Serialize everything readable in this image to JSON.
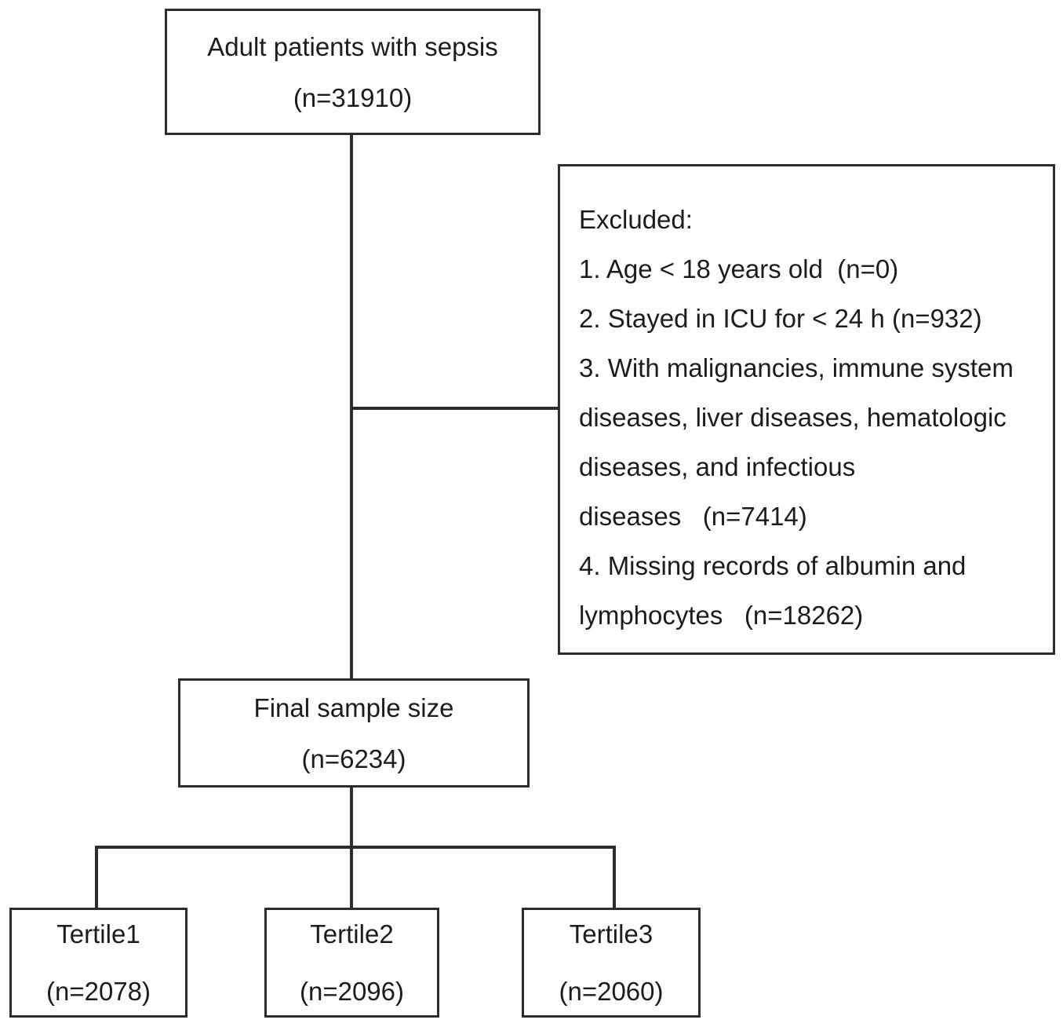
{
  "flowchart": {
    "top_box": {
      "line1": "Adult patients with sepsis",
      "line2": "(n=31910)"
    },
    "excluded_box": {
      "lines": [
        "Excluded:",
        "1. Age < 18 years old  (n=0)",
        "2. Stayed in ICU for < 24 h (n=932)",
        "3. With malignancies, immune system",
        "diseases, liver diseases, hematologic",
        "diseases, and infectious",
        "diseases   (n=7414)",
        "4. Missing records of albumin and",
        "lymphocytes   (n=18262)"
      ]
    },
    "final_box": {
      "line1": "Final sample size",
      "line2": "(n=6234)"
    },
    "tertiles": [
      {
        "line1": "Tertile1",
        "line2": "(n=2078)"
      },
      {
        "line1": "Tertile2",
        "line2": "(n=2096)"
      },
      {
        "line1": "Tertile3",
        "line2": "(n=2060)"
      }
    ],
    "colors": {
      "line": "#2d2d2d",
      "text": "#1c1c1c",
      "background": "#ffffff"
    }
  }
}
